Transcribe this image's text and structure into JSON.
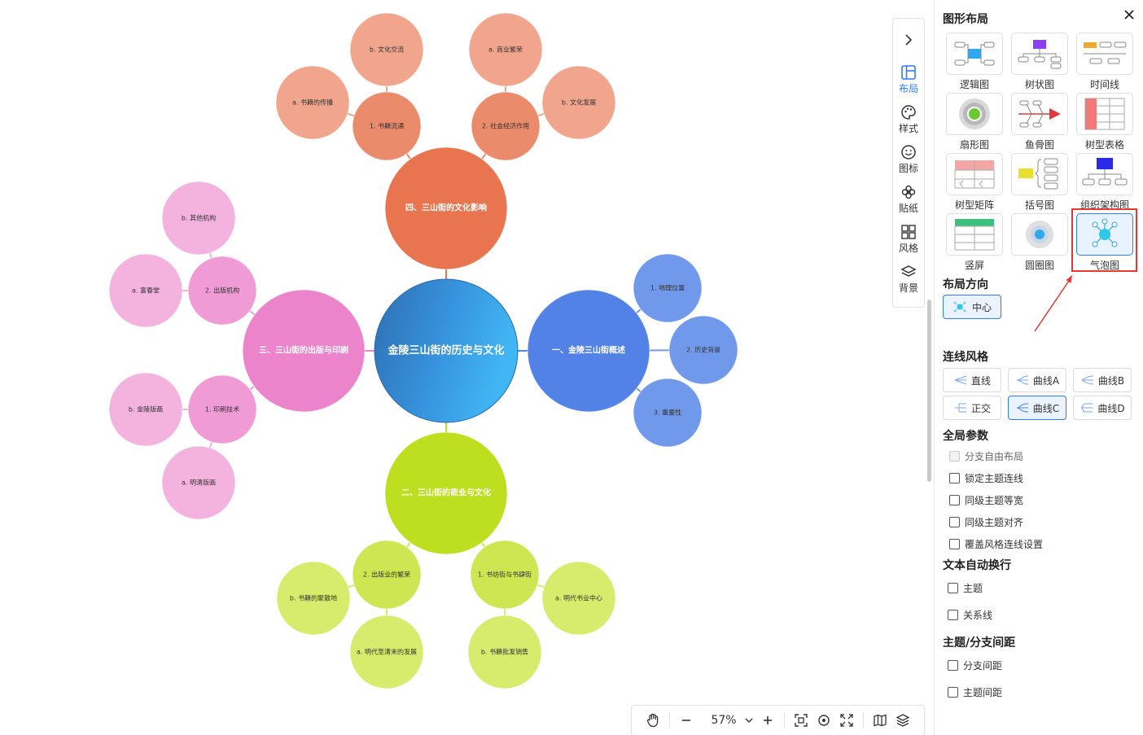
{
  "mindmap": {
    "central": "金陵三山街的历史与文化",
    "branches": {
      "top": "四、三山街的文化影响",
      "right": "一、金陵三山街概述",
      "bottom": "二、三山街的商业与文化",
      "left": "三、三山街的出版与印刷"
    },
    "top_subs": [
      "1. 书籍流通",
      "2. 社会经济作用"
    ],
    "top_leaves": [
      "b. 文化交流",
      "a. 书籍的传播",
      "a. 商业繁荣",
      "b. 文化发展"
    ],
    "right_subs": [
      "1. 地理位置",
      "2. 历史背景",
      "3. 重要性"
    ],
    "bottom_subs": [
      "2. 出版业的繁荣",
      "1. 书坊街与书肆街"
    ],
    "bottom_leaves": [
      "b. 书籍的聚散地",
      "a. 明代至清末的发展",
      "a. 明代书业中心",
      "b. 书籍批发销售"
    ],
    "left_subs": [
      "2. 出版机构",
      "1. 印刷技术"
    ],
    "left_leaves": [
      "b. 其他机构",
      "a. 富春堂",
      "b. 金陵版画",
      "a. 明清版画"
    ]
  },
  "colors": {
    "accent": "#2f7cf6",
    "highlight": "#e53935",
    "top": "#e8754f",
    "top_sub": "#ea8c6c",
    "top_leaf": "#f0a58c",
    "right": "#5282e6",
    "right_sub": "#7099ec",
    "bottom": "#bedf1f",
    "bottom_sub": "#cde652",
    "bottom_leaf": "#d7ec6c",
    "left": "#ec84cc",
    "left_sub": "#f09bd6",
    "left_leaf": "#f4b2df"
  },
  "toolbar": {
    "zoom": "57%"
  },
  "tabs": [
    {
      "label": "布局",
      "icon": "layout-icon"
    },
    {
      "label": "样式",
      "icon": "palette-icon"
    },
    {
      "label": "图标",
      "icon": "smiley-icon"
    },
    {
      "label": "贴纸",
      "icon": "flower-icon"
    },
    {
      "label": "风格",
      "icon": "grid-icon"
    },
    {
      "label": "背景",
      "icon": "layers-icon"
    }
  ],
  "panel": {
    "title": "图形布局",
    "layouts": [
      "逻辑图",
      "树状图",
      "时间线",
      "扇形图",
      "鱼骨图",
      "树型表格",
      "树型矩阵",
      "括号图",
      "组织架构图",
      "竖屏",
      "圆圈图",
      "气泡图"
    ],
    "direction_title": "布局方向",
    "direction": "中心",
    "line_style_title": "连线风格",
    "line_styles": [
      "直线",
      "曲线A",
      "曲线B",
      "正交",
      "曲线C",
      "曲线D"
    ],
    "global_title": "全局参数",
    "global_options": [
      "分支自由布局",
      "锁定主题连线",
      "同级主题等宽",
      "同级主题对齐",
      "覆盖风格连线设置"
    ],
    "wrap_title": "文本自动换行",
    "wrap_options": [
      "主题",
      "关系线"
    ],
    "spacing_title": "主题/分支间距",
    "spacing_options": [
      "分支间距",
      "主题间距"
    ]
  }
}
